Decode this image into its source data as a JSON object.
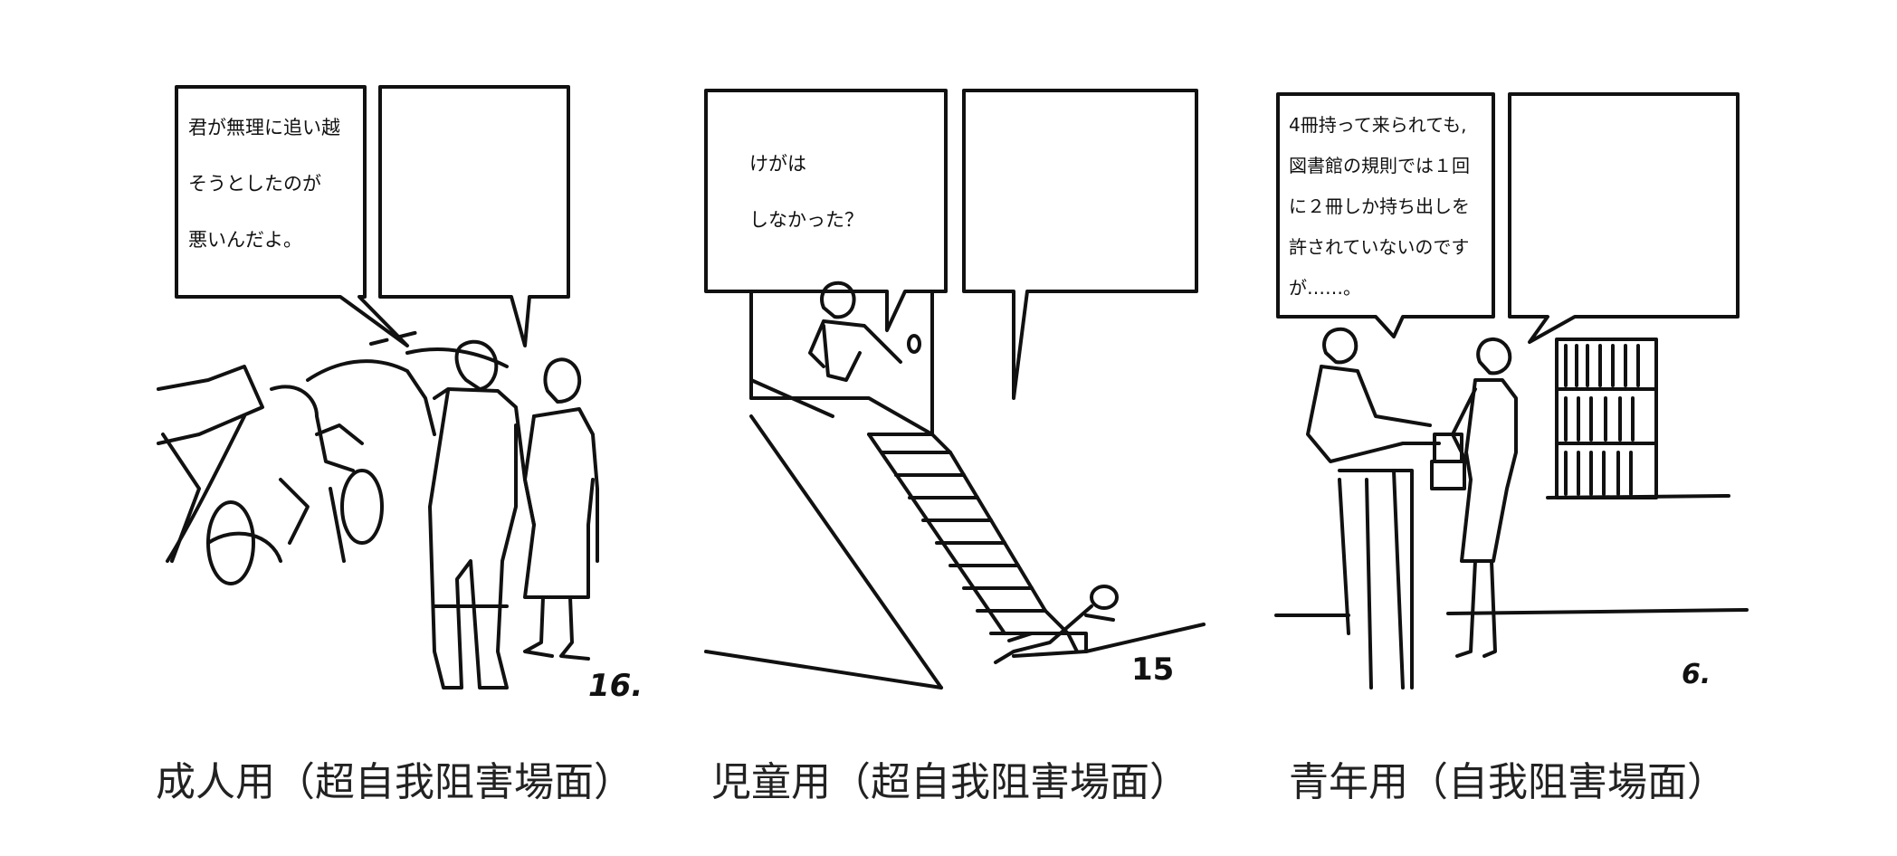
{
  "panels": [
    {
      "id": "adult",
      "bubble_lines": [
        "君が無理に追い越",
        "そうとしたのが",
        "悪いんだよ。"
      ],
      "number": "16.",
      "caption": "成人用（超自我阻害場面）"
    },
    {
      "id": "child",
      "bubble_lines": [
        "けがは",
        "しなかった？"
      ],
      "number": "15",
      "caption": "児童用（超自我阻害場面）"
    },
    {
      "id": "youth",
      "bubble_lines": [
        "4冊持って来られても,",
        "図書館の規則では１回",
        "に２冊しか持ち出しを",
        "許されていないのです",
        "が……。"
      ],
      "number": "6.",
      "caption": "青年用（自我阻害場面）"
    }
  ]
}
